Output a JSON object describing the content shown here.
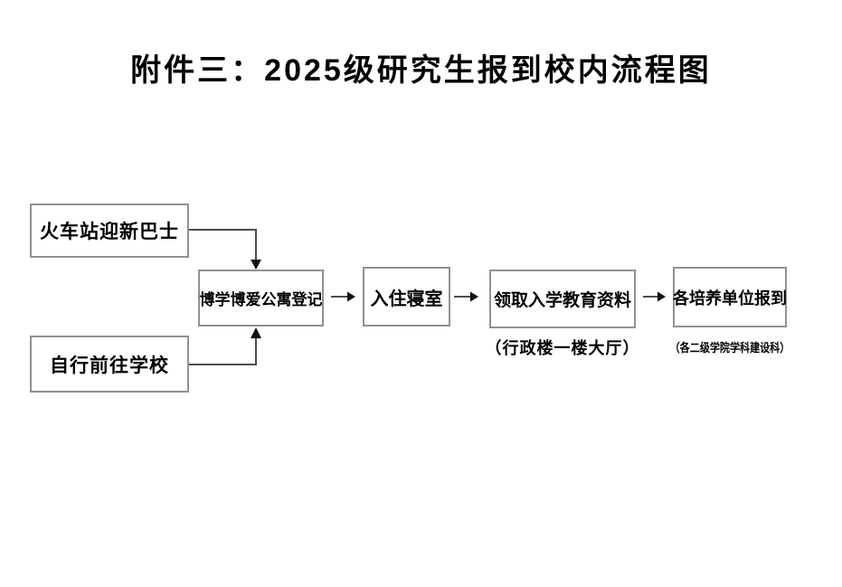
{
  "page": {
    "title": "附件三：2025级研究生报到校内流程图"
  },
  "colors": {
    "box_border": "#919191",
    "connector_line": "#4d4d4d",
    "arrowhead": "#111111",
    "text": "#000000",
    "background": "#ffffff"
  },
  "flowchart": {
    "nodes": {
      "train_bus": {
        "label": "火车站迎新巴士"
      },
      "self_arrival": {
        "label": "自行前往学校"
      },
      "apartment_registration": {
        "label": "博学博爱公寓登记"
      },
      "dorm_check_in": {
        "label": "入住寝室"
      },
      "receive_materials": {
        "label": "领取入学教育资料",
        "note": "（行政楼一楼大厅）"
      },
      "unit_report": {
        "label": "各培养单位报到",
        "note": "（各二级学院学科建设科）"
      }
    },
    "edges": [
      {
        "from": "train_bus",
        "to": "apartment_registration"
      },
      {
        "from": "self_arrival",
        "to": "apartment_registration"
      },
      {
        "from": "apartment_registration",
        "to": "dorm_check_in"
      },
      {
        "from": "dorm_check_in",
        "to": "receive_materials"
      },
      {
        "from": "receive_materials",
        "to": "unit_report"
      }
    ]
  }
}
